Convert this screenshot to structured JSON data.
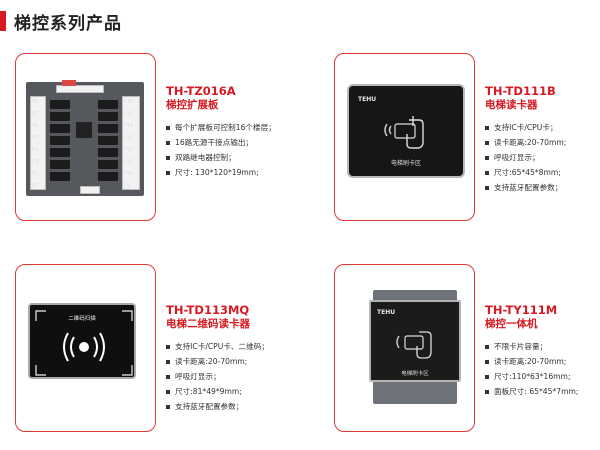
{
  "header": {
    "title": "梯控系列产品"
  },
  "products": [
    {
      "model": "TH-TZ016A",
      "name": "梯控扩展板",
      "features": [
        "每个扩展板可控制16个楼层；",
        "16路无源干接点输出；",
        "双路继电器控制；",
        "尺寸: 130*120*19mm;"
      ],
      "floor_labels_left": [
        "F8",
        "F7",
        "F6",
        "F5",
        "F4",
        "F3",
        "F2",
        "F1"
      ],
      "floor_labels_right": [
        "F16",
        "F15",
        "F14",
        "F13",
        "F12",
        "F11",
        "F10",
        "F9"
      ]
    },
    {
      "model": "TH-TD111B",
      "name": "电梯读卡器",
      "features": [
        "支持IC卡/CPU卡；",
        "读卡距离:20-70mm;",
        "呼吸灯显示；",
        "尺寸:65*45*8mm;",
        "支持蓝牙配置参数；"
      ],
      "device_brand": "TEHU",
      "device_caption": "电梯刷卡区"
    },
    {
      "model": "TH-TD113MQ",
      "name": "电梯二维码读卡器",
      "features": [
        "支持IC卡/CPU卡、二维码；",
        "读卡距离:20-70mm;",
        "呼吸灯显示；",
        "尺寸:81*49*9mm;",
        "支持蓝牙配置参数；"
      ],
      "device_caption": "二维码扫描"
    },
    {
      "model": "TH-TY111M",
      "name": "梯控一体机",
      "features": [
        "不限卡片容量；",
        "读卡距离:20-70mm;",
        "尺寸:110*63*16mm;",
        "面板尺寸: 65*45*7mm;"
      ],
      "device_brand": "TEHU",
      "device_caption": "电梯刷卡区"
    }
  ]
}
